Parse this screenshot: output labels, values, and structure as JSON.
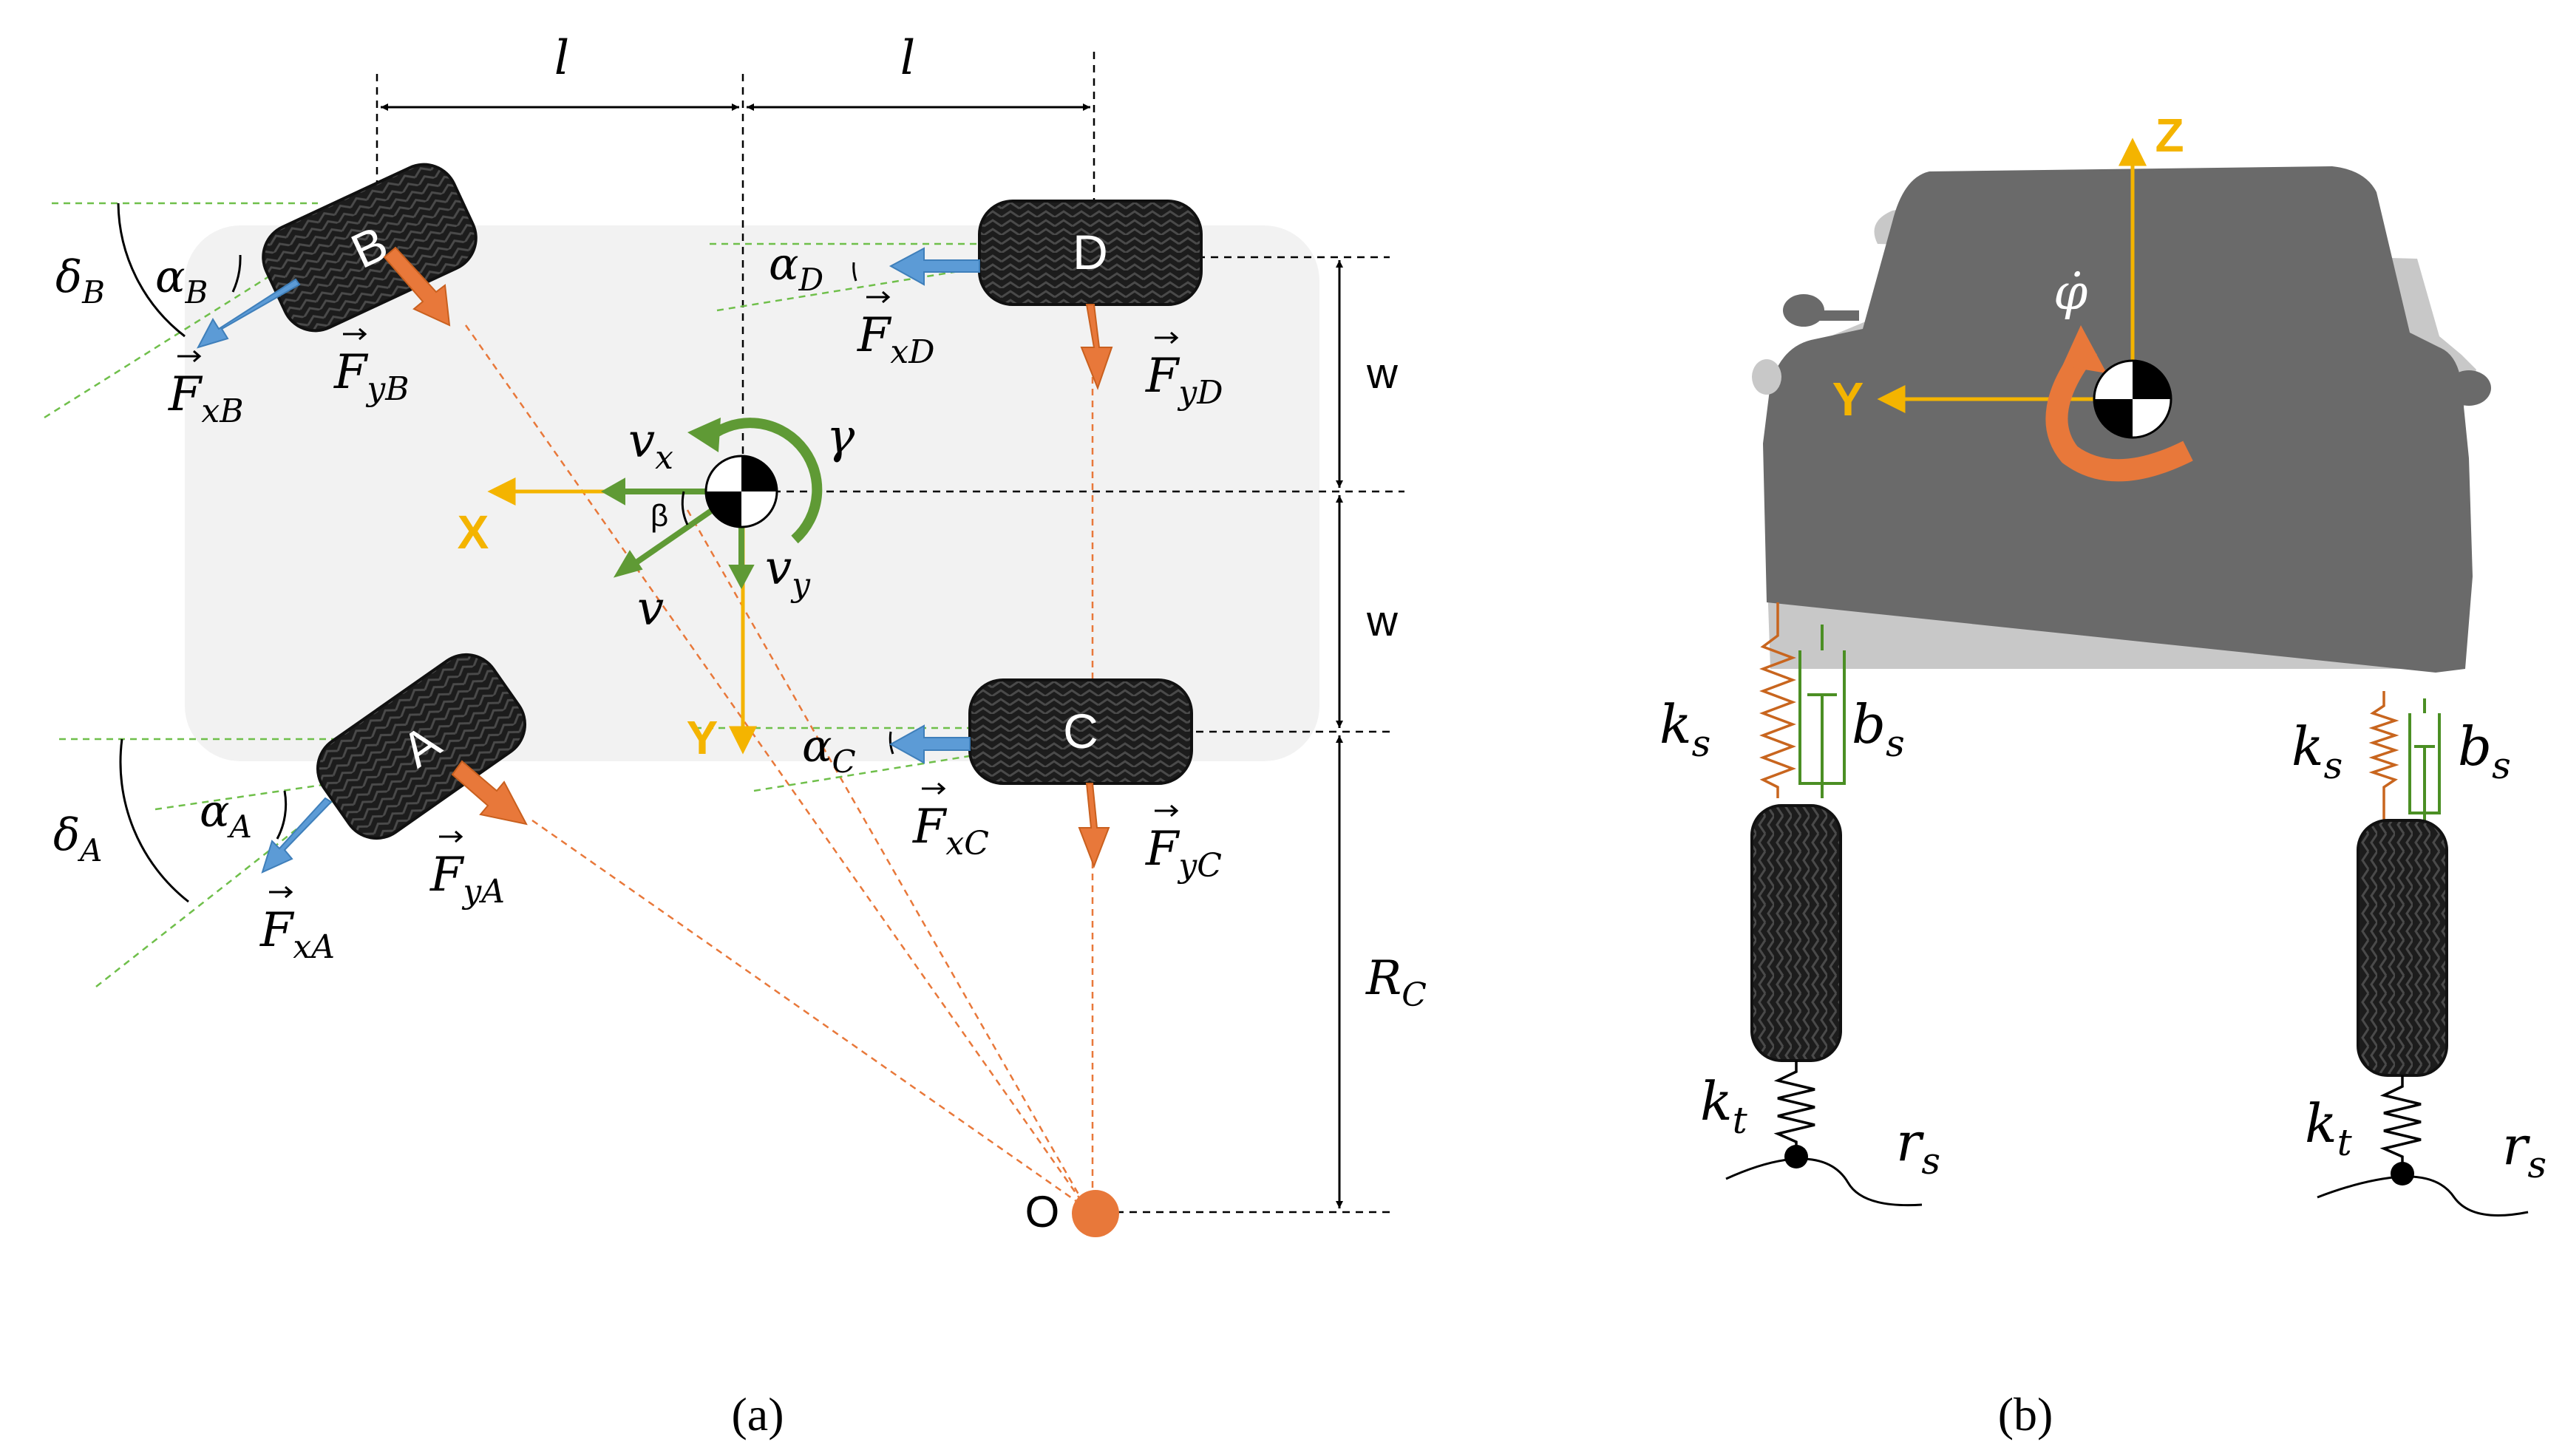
{
  "colors": {
    "body_fill": "#f2f2f2",
    "dim_line": "#000000",
    "wheel_line": "#6fbf4a",
    "orange": "#e8783a",
    "yellow": "#f4b400",
    "green": "#5f9a35",
    "blue": "#5c9bd6",
    "car_dark": "#6a6a6a",
    "car_light": "#c8c8c8",
    "spring_orange": "#c8651e",
    "damper_green": "#4b8f24"
  },
  "panel_a": {
    "caption": "(a)",
    "dim_l_left": "l",
    "dim_l_right": "l",
    "dim_w_upper": "w",
    "dim_w_lower": "w",
    "dim_rc": "R",
    "dim_rc_sub": "C",
    "center_o": "O",
    "axis_x": "X",
    "axis_y": "Y",
    "beta": "β",
    "gamma": "γ",
    "v": "v",
    "vx": "v",
    "vx_sub": "x",
    "vy": "v",
    "vy_sub": "y",
    "wheels": [
      {
        "letter": "A",
        "delta": "δ",
        "delta_sub": "A",
        "alpha": "α",
        "alpha_sub": "A",
        "fx": "F",
        "fx_sub": "xA",
        "fy": "F",
        "fy_sub": "yA"
      },
      {
        "letter": "B",
        "delta": "δ",
        "delta_sub": "B",
        "alpha": "α",
        "alpha_sub": "B",
        "fx": "F",
        "fx_sub": "xB",
        "fy": "F",
        "fy_sub": "yB"
      },
      {
        "letter": "C",
        "alpha": "α",
        "alpha_sub": "C",
        "fx": "F",
        "fx_sub": "xC",
        "fy": "F",
        "fy_sub": "yC"
      },
      {
        "letter": "D",
        "alpha": "α",
        "alpha_sub": "D",
        "fx": "F",
        "fx_sub": "xD",
        "fy": "F",
        "fy_sub": "yD"
      }
    ]
  },
  "panel_b": {
    "caption": "(b)",
    "axis_z": "Z",
    "axis_y": "Y",
    "phi_dot": "φ̇",
    "left": {
      "ks": "k",
      "ks_sub": "s",
      "bs": "b",
      "bs_sub": "s",
      "kt": "k",
      "kt_sub": "t",
      "rs": "r",
      "rs_sub": "s"
    },
    "right": {
      "ks": "k",
      "ks_sub": "s",
      "bs": "b",
      "bs_sub": "s",
      "kt": "k",
      "kt_sub": "t",
      "rs": "r",
      "rs_sub": "s"
    }
  }
}
